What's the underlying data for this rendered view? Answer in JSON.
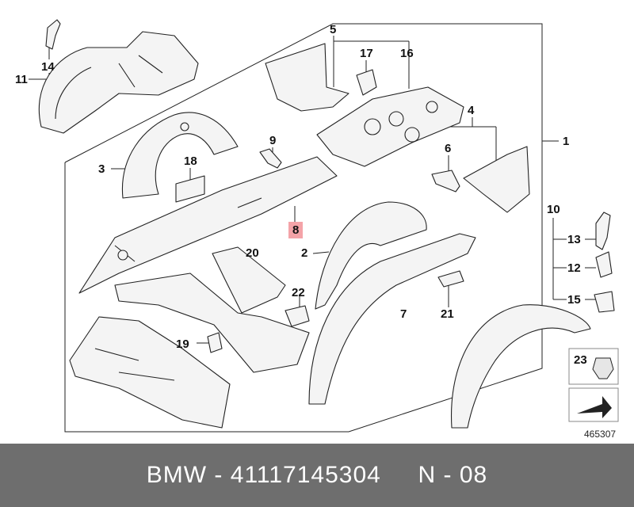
{
  "callouts": {
    "c1": "1",
    "c2": "2",
    "c3": "3",
    "c4": "4",
    "c5": "5",
    "c6": "6",
    "c7": "7",
    "c8": "8",
    "c9": "9",
    "c10": "10",
    "c11": "11",
    "c12": "12",
    "c13": "13",
    "c14": "14",
    "c15": "15",
    "c16": "16",
    "c17": "17",
    "c18": "18",
    "c19": "19",
    "c20": "20",
    "c21": "21",
    "c22": "22",
    "c23": "23"
  },
  "highlighted_callout": "8",
  "highlight_color": "#f4a3a8",
  "image_id": "465307",
  "footer": {
    "text": "BMW - 41117145304     N - 08",
    "background": "#6e6e6e"
  }
}
